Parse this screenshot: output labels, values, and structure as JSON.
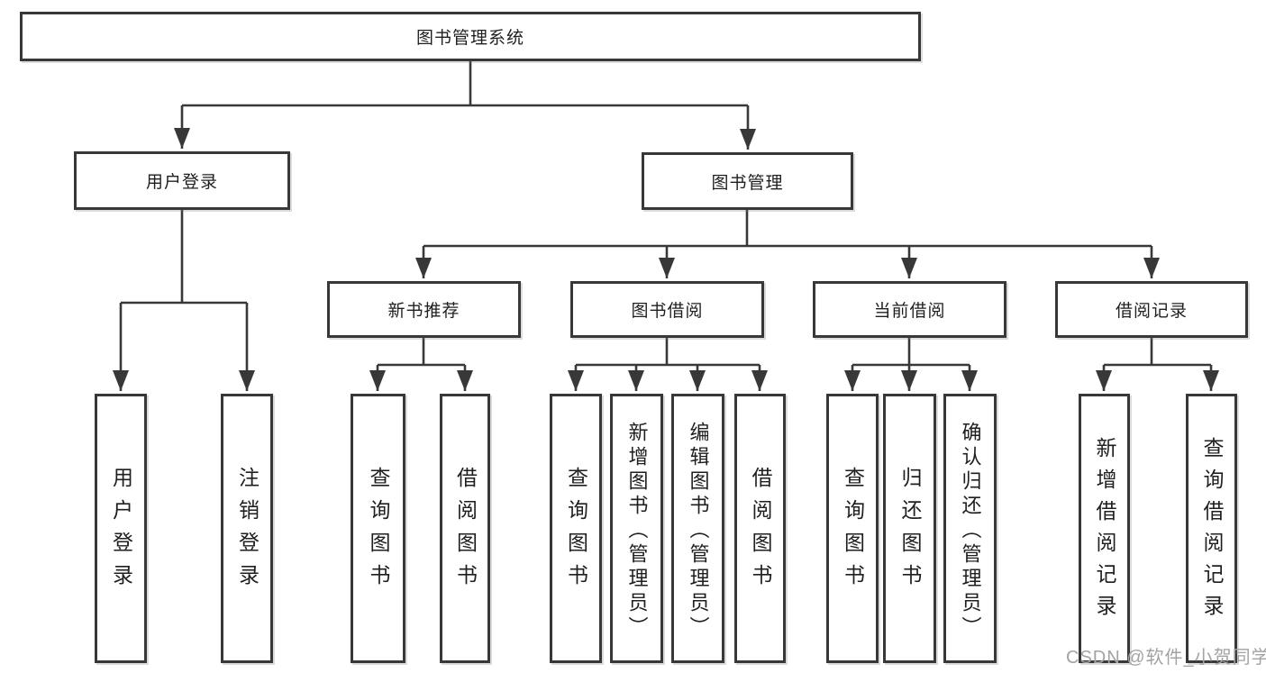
{
  "diagram_type": "functional-structure-tree",
  "colors": {
    "line": "#383838",
    "box_border": "#383838",
    "text": "#1f1f1f",
    "background": "#ffffff",
    "watermark": "#a3a3a3"
  },
  "tree": {
    "root": {
      "label": "图书管理系统"
    },
    "branches": [
      {
        "label": "用户登录",
        "children": [
          {
            "label": "用户登录"
          },
          {
            "label": "注销登录"
          }
        ]
      },
      {
        "label": "图书管理",
        "children": [
          {
            "label": "新书推荐",
            "children": [
              {
                "label": "查询图书"
              },
              {
                "label": "借阅图书"
              }
            ]
          },
          {
            "label": "图书借阅",
            "children": [
              {
                "label": "查询图书"
              },
              {
                "label": "新增图书（管理员）"
              },
              {
                "label": "编辑图书（管理员）"
              },
              {
                "label": "借阅图书"
              }
            ]
          },
          {
            "label": "当前借阅",
            "children": [
              {
                "label": "查询图书"
              },
              {
                "label": "归还图书"
              },
              {
                "label": "确认归还（管理员）"
              }
            ]
          },
          {
            "label": "借阅记录",
            "children": [
              {
                "label": "新增借阅记录"
              },
              {
                "label": "查询借阅记录"
              }
            ]
          }
        ]
      }
    ]
  },
  "watermark": "CSDN @软件_小贺同学"
}
